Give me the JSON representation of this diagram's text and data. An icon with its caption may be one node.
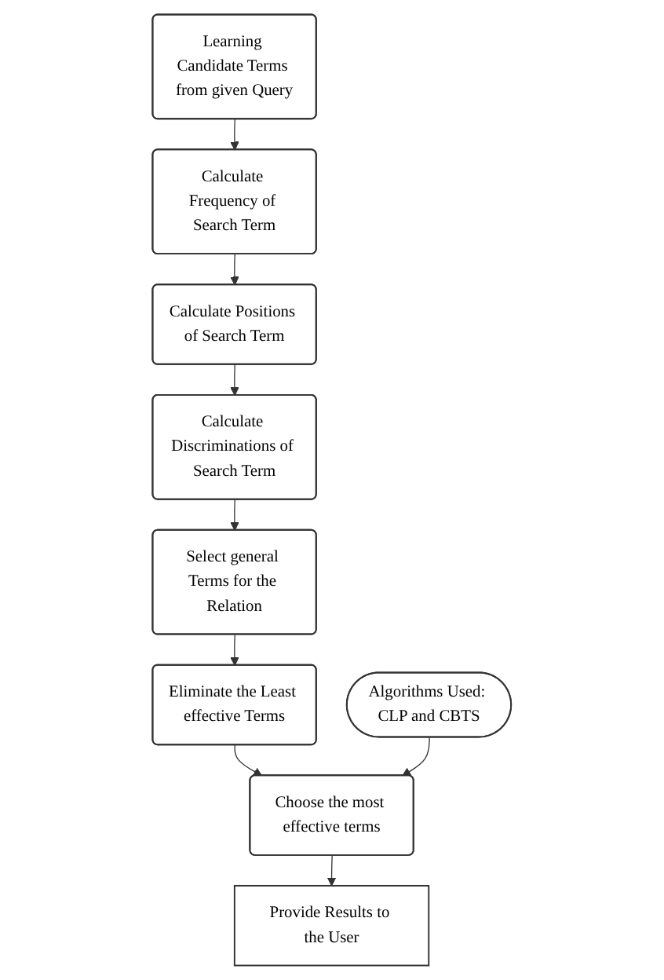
{
  "diagram": {
    "nodes": [
      {
        "text": [
          "Learning Candidate Terms from given Query"
        ]
      },
      {
        "text": [
          "Calculate Frequency of Search Term"
        ]
      },
      {
        "text": [
          "Calculate Positions of Search Term"
        ]
      },
      {
        "text": [
          "Calculate Discriminations of Search Term"
        ]
      },
      {
        "text": [
          "Select general Terms for the Relation"
        ]
      },
      {
        "text": [
          "Eliminate the Least effective Terms"
        ]
      },
      {
        "text": [
          "Algorithms Used: CLP and CBTS"
        ]
      },
      {
        "text": [
          "Choose the most effective terms"
        ]
      },
      {
        "text": [
          "Provide Results to the User"
        ]
      }
    ],
    "edges": [
      {
        "from": 0,
        "to": 1,
        "arrow": "to"
      },
      {
        "from": 1,
        "to": 2,
        "arrow": "to"
      },
      {
        "from": 2,
        "to": 3,
        "arrow": "to"
      },
      {
        "from": 3,
        "to": 4,
        "arrow": "to"
      },
      {
        "from": 4,
        "to": 5,
        "arrow": "to"
      },
      {
        "from": 5,
        "to": 7,
        "arrow": "to"
      },
      {
        "from": 6,
        "to": 7,
        "arrow": "to"
      },
      {
        "from": 7,
        "to": 8,
        "arrow": "to"
      }
    ]
  }
}
